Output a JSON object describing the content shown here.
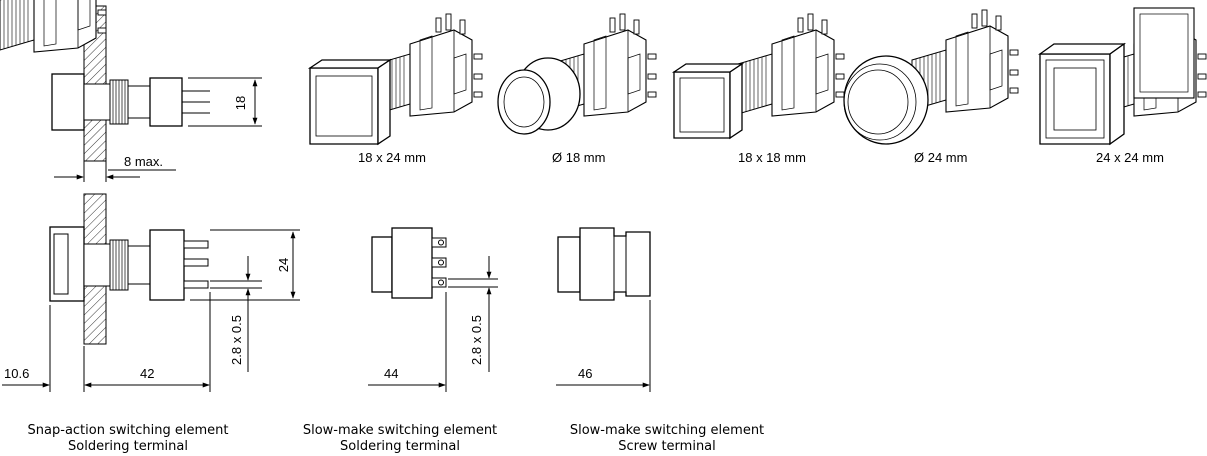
{
  "dimensions": {
    "height_18": "18",
    "max_8": "8 max.",
    "height_24": "24",
    "offset_10_6": "10.6",
    "length_42": "42",
    "terminal_1": "2.8 x 0.5",
    "length_44": "44",
    "terminal_2": "2.8 x 0.5",
    "length_46": "46"
  },
  "sizes": [
    "18 x 24 mm",
    "Ø 18 mm",
    "18 x 18 mm",
    "Ø 24 mm",
    "24 x 24 mm"
  ],
  "captions": [
    {
      "line1": "Snap-action switching element",
      "line2": "Soldering terminal"
    },
    {
      "line1": "Slow-make switching element",
      "line2": "Soldering terminal"
    },
    {
      "line1": "Slow-make switching element",
      "line2": "Screw terminal"
    }
  ]
}
